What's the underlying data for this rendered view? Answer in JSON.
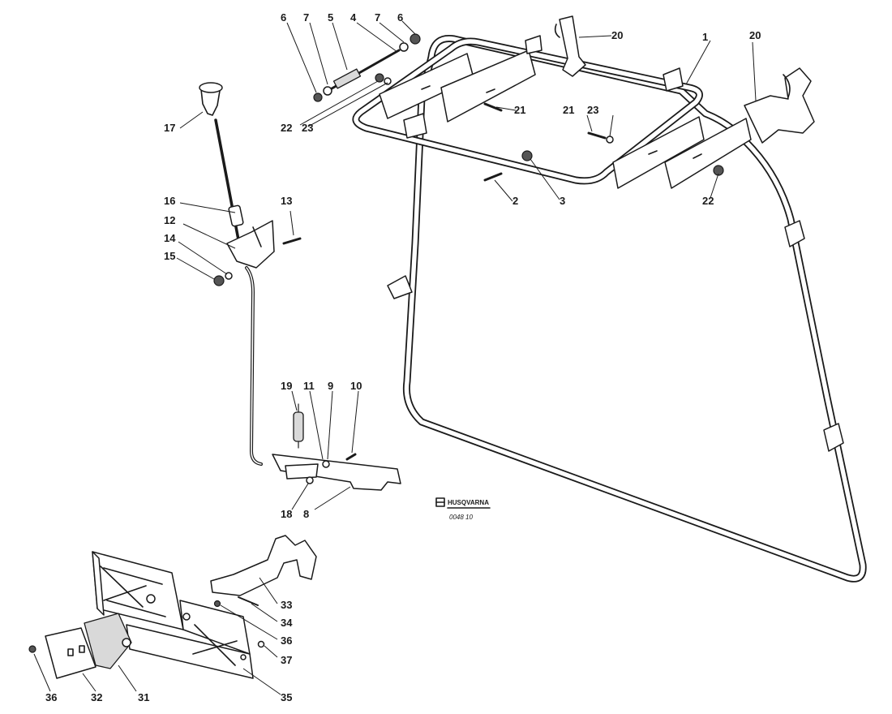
{
  "diagram": {
    "logo_text": "HUSQVARNA",
    "drawing_code": "0048 10",
    "callouts": [
      {
        "id": "c1",
        "label": "1"
      },
      {
        "id": "c2",
        "label": "2"
      },
      {
        "id": "c3",
        "label": "3"
      },
      {
        "id": "c4",
        "label": "4"
      },
      {
        "id": "c5",
        "label": "5"
      },
      {
        "id": "c6a",
        "label": "6"
      },
      {
        "id": "c6b",
        "label": "6"
      },
      {
        "id": "c7a",
        "label": "7"
      },
      {
        "id": "c7b",
        "label": "7"
      },
      {
        "id": "c8",
        "label": "8"
      },
      {
        "id": "c9",
        "label": "9"
      },
      {
        "id": "c10",
        "label": "10"
      },
      {
        "id": "c11",
        "label": "11"
      },
      {
        "id": "c12",
        "label": "12"
      },
      {
        "id": "c13",
        "label": "13"
      },
      {
        "id": "c14",
        "label": "14"
      },
      {
        "id": "c15",
        "label": "15"
      },
      {
        "id": "c16",
        "label": "16"
      },
      {
        "id": "c17",
        "label": "17"
      },
      {
        "id": "c18",
        "label": "18"
      },
      {
        "id": "c19",
        "label": "19"
      },
      {
        "id": "c20a",
        "label": "20"
      },
      {
        "id": "c20b",
        "label": "20"
      },
      {
        "id": "c21a",
        "label": "21"
      },
      {
        "id": "c21b",
        "label": "21"
      },
      {
        "id": "c22a",
        "label": "22"
      },
      {
        "id": "c22b",
        "label": "22"
      },
      {
        "id": "c23a",
        "label": "23"
      },
      {
        "id": "c23b",
        "label": "23"
      },
      {
        "id": "c31",
        "label": "31"
      },
      {
        "id": "c32",
        "label": "32"
      },
      {
        "id": "c33",
        "label": "33"
      },
      {
        "id": "c34",
        "label": "34"
      },
      {
        "id": "c35",
        "label": "35"
      },
      {
        "id": "c36a",
        "label": "36"
      },
      {
        "id": "c36b",
        "label": "36"
      },
      {
        "id": "c37",
        "label": "37"
      }
    ]
  }
}
